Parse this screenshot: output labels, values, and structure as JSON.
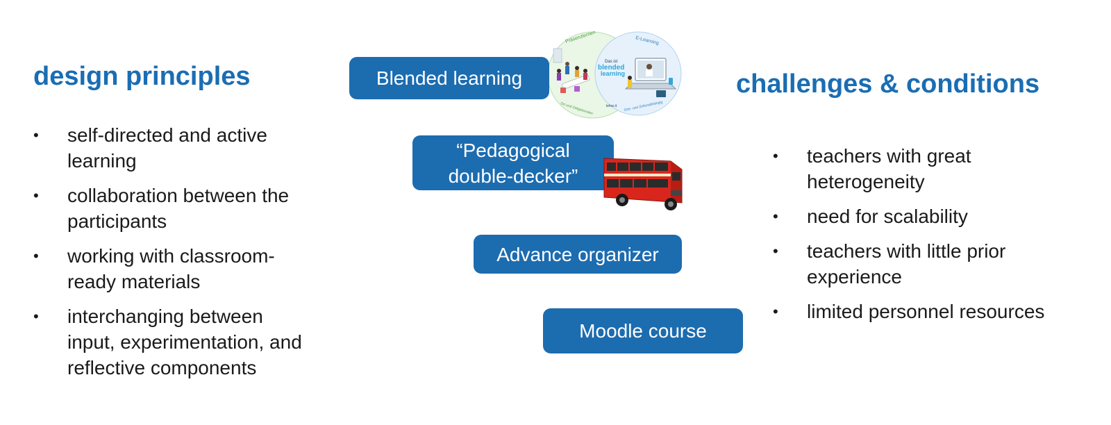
{
  "left": {
    "title": "design principles",
    "bullets": [
      [
        "self-directed and active",
        "learning"
      ],
      [
        "collaboration between the",
        "participants"
      ],
      [
        "working with classroom-",
        "ready materials"
      ],
      [
        "interchanging between",
        "input, experimentation, and",
        "reflective components"
      ]
    ]
  },
  "center": {
    "pills": {
      "blended": "Blended learning",
      "pedagogical_line1": "“Pedagogical",
      "pedagogical_line2": "double-decker”",
      "advance": "Advance organizer",
      "moodle": "Moodle course"
    },
    "blended_graphic": {
      "left_label": "Präsenzlernen",
      "right_label": "E-Learning",
      "center_line1": "Das ist",
      "center_line2": "blended",
      "center_line3": "learning",
      "bottom_left": "Ort und Zeitgebunden",
      "bottom_right": "Orts- und Zeitunabhängig",
      "logo": "lehre.it"
    }
  },
  "right": {
    "title": "challenges & conditions",
    "bullets": [
      [
        "teachers with great",
        "heterogeneity"
      ],
      [
        "need for scalability"
      ],
      [
        "teachers with little prior",
        "experience"
      ],
      [
        "limited personnel resources"
      ]
    ]
  },
  "bullet_glyph": "•",
  "colors": {
    "heading": "#1a6db3",
    "pill": "#1c6cb0",
    "bus_red": "#d9261c"
  }
}
